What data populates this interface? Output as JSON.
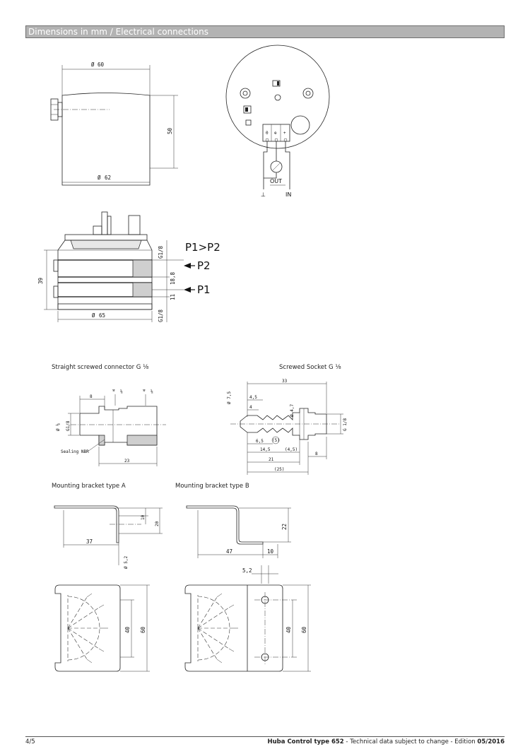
{
  "header": {
    "title": "Dimensions in mm / Electrical connections"
  },
  "top_drawing": {
    "dim_top": "60",
    "dim_bottom": "62",
    "dim_height": "50"
  },
  "wiring": {
    "out_label": "OUT",
    "ground_label": "⊥",
    "in_label": "IN",
    "term1": "0",
    "term2": "⊕",
    "term3": "+"
  },
  "section_drawing": {
    "dim_height": "39",
    "dim_diameter": "65",
    "thread_top": "G1/8",
    "thread_bottom": "G1/8",
    "dim_mid": "18,8",
    "dim_low": "11",
    "label_p1p2": "P1>P2",
    "label_p2": "P2",
    "label_p1": "P1"
  },
  "connector": {
    "caption": "Straight screwed connector  G ⅛",
    "dim_len": "8",
    "dim_total": "23",
    "dim_dia": "Ø ⅛",
    "dim_thread": "G1/8",
    "wrench1": "⅛",
    "wrench2": "⅛",
    "seal_label": "Sealing NBR"
  },
  "socket": {
    "caption": "Screwed Socket G ⅛",
    "dim_total": "33",
    "dim_dia": "Ø 7,5",
    "dim_a": "4,5",
    "dim_b": "4",
    "dim_c": "Ø 4,7",
    "dim_d": "6,5",
    "dim_e": "(5)",
    "dim_f": "14,5",
    "dim_g": "(4,5)",
    "dim_h": "21",
    "dim_i": "(25)",
    "dim_j": "8",
    "dim_thread": "G 1/8"
  },
  "bracket_a": {
    "caption": "Mounting bracket type A",
    "dim_37": "37",
    "dim_10": "10",
    "dim_20": "20",
    "dim_hole": "Ø 5,2",
    "dim_40": "40",
    "dim_60": "60"
  },
  "bracket_b": {
    "caption": "Mounting bracket type B",
    "dim_47": "47",
    "dim_10": "10",
    "dim_22": "22",
    "dim_hole": "5,2",
    "dim_40": "40",
    "dim_60": "60"
  },
  "footer": {
    "page": "4/5",
    "brand": "Huba Control type 652",
    "sep1": " - ",
    "notice": "Technical data subject to change",
    "sep2": " - ",
    "edition_label": "Edition ",
    "edition": "05/2016"
  }
}
